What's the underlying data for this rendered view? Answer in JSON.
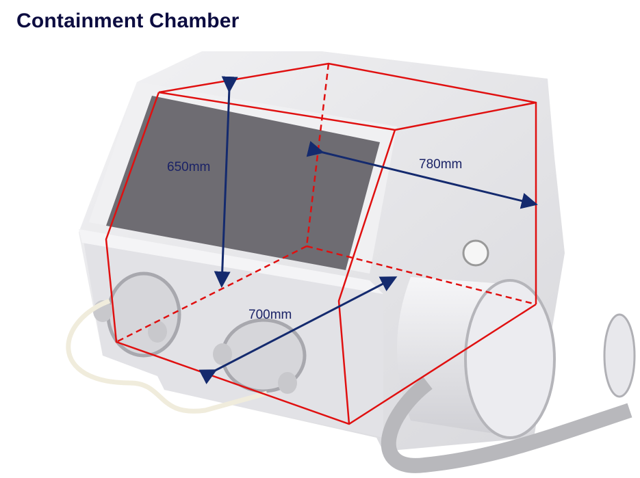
{
  "title": "Containment Chamber",
  "dimensions": {
    "height": "650mm",
    "depth": "780mm",
    "width": "700mm"
  },
  "colors": {
    "title": "#0c0c40",
    "outline": "#e01010",
    "arrow": "#142a6e",
    "body": "#e6e6ea",
    "window": "#6e6c72"
  }
}
